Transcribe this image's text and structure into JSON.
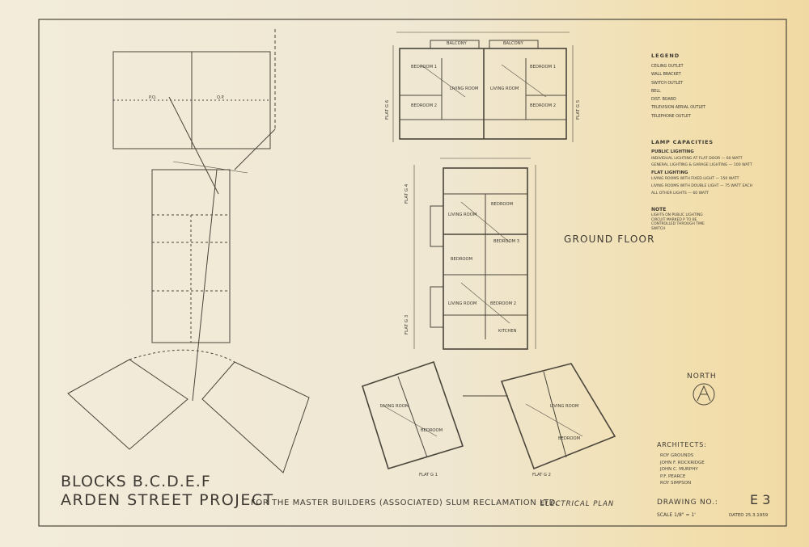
{
  "sheet": {
    "title_blocks": "BLOCKS B.C.D.E.F",
    "title_project": "ARDEN STREET PROJECT",
    "client": "FOR THE MASTER BUILDERS (ASSOCIATED) SLUM RECLAMATION LTD.",
    "plan_type": "ELECTRICAL PLAN",
    "floor": "GROUND FLOOR",
    "north": "NORTH",
    "architects_label": "ARCHITECTS:",
    "architects": [
      "ROY GROUNDS",
      "JOHN F. ROCKRIDGE",
      "JOHN C. MURPHY",
      "P.F. PEARCE",
      "ROY SIMPSON"
    ],
    "drawing_label": "DRAWING NO.:",
    "drawing_no": "E 3",
    "scale": "SCALE 1/8\" = 1'",
    "dated": "DATED 25.3.1959"
  },
  "legend": {
    "title": "LEGEND",
    "items": [
      "CEILING OUTLET",
      "WALL BRACKET",
      "SWITCH OUTLET",
      "BELL",
      "DIST. BOARD",
      "TELEVISION AERIAL OUTLET",
      "TELEPHONE OUTLET"
    ]
  },
  "lamps": {
    "title": "LAMP CAPACITIES",
    "rows": [
      {
        "label": "PUBLIC LIGHTING",
        "value": ""
      },
      {
        "label": "INDIVIDUAL LIGHTING AT FLAT DOOR",
        "value": "60 WATT"
      },
      {
        "label": "GENERAL LIGHTING & GARAGE LIGHTING",
        "value": "100 WATT"
      },
      {
        "label": "FLAT LIGHTING",
        "value": ""
      },
      {
        "label": "LIVING ROOMS WITH FIXED LIGHT",
        "value": "150 WATT"
      },
      {
        "label": "LIVING ROOMS WITH DOUBLE LIGHT",
        "value": "75 WATT EACH"
      },
      {
        "label": "ALL OTHER LIGHTS",
        "value": "60 WATT"
      }
    ],
    "note_title": "NOTE",
    "note": "LIGHTS ON PUBLIC LIGHTING CIRCUIT MARKED P TO BE CONTROLLED THROUGH TIME SWITCH"
  },
  "rooms": {
    "balcony": "BALCONY",
    "bedroom1": "BEDROOM 1",
    "bedroom2": "BEDROOM 2",
    "bedroom3": "BEDROOM 3",
    "bedroom": "BEDROOM",
    "living": "LIVING ROOM",
    "kitchen": "KITCHEN",
    "flat_g4": "FLAT G 4",
    "flat_g3": "FLAT G 3",
    "flat_g5": "FLAT G 5",
    "flat_g6": "FLAT G 6",
    "flat_g1": "FLAT G 1",
    "flat_g2": "FLAT G 2",
    "po": "P.O.",
    "op": "O.P."
  },
  "colors": {
    "paper": "#f1ead8",
    "ink": "#3e3a33",
    "stain": "#f1d9a3"
  }
}
